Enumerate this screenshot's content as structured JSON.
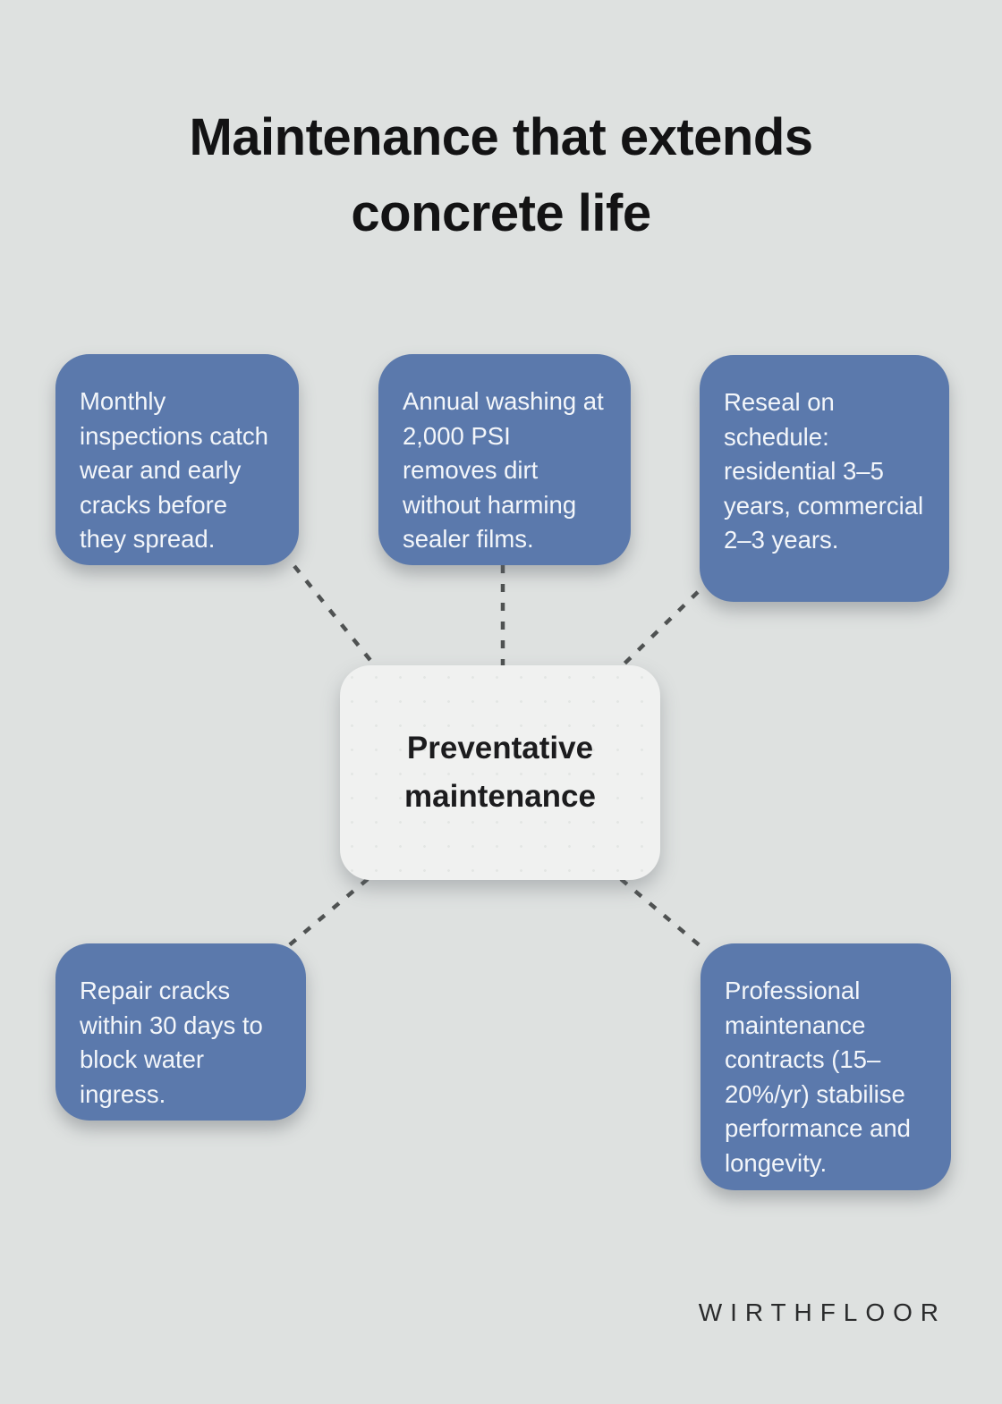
{
  "title": "Maintenance that extends concrete life",
  "center": {
    "label": "Preventative maintenance"
  },
  "nodes": [
    {
      "id": "monthly-inspections",
      "text": "Monthly inspections catch wear and early cracks before they spread."
    },
    {
      "id": "annual-washing",
      "text": "Annual washing at 2,000 PSI removes dirt without harming sealer films."
    },
    {
      "id": "reseal-schedule",
      "text": "Reseal on schedule: residential 3–5 years, commercial 2–3 years."
    },
    {
      "id": "repair-cracks",
      "text": "Repair cracks within 30 days to block water ingress."
    },
    {
      "id": "professional-contracts",
      "text": "Professional maintenance contracts (15–20%/yr) stabilise performance and longevity."
    }
  ],
  "brand": "WIRTHFLOOR",
  "colors": {
    "background": "#dee1e0",
    "node": "#5b79ac",
    "node_text": "#f3f6fa",
    "center_bg": "#f0f1f0",
    "center_text": "#1c1c1e",
    "connector": "#4f5252",
    "title": "#131314",
    "brand": "#2a2b2c"
  }
}
